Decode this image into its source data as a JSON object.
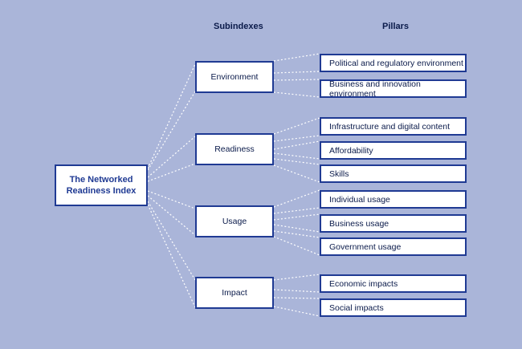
{
  "headers": {
    "subindexes": "Subindexes",
    "pillars": "Pillars"
  },
  "root": {
    "label": "The Networked Readiness Index"
  },
  "subindexes": [
    {
      "label": "Environment",
      "pillars": [
        "Political and regulatory environment",
        "Business and innovation environment"
      ]
    },
    {
      "label": "Readiness",
      "pillars": [
        "Infrastructure and digital content",
        "Affordability",
        "Skills"
      ]
    },
    {
      "label": "Usage",
      "pillars": [
        "Individual usage",
        "Business usage",
        "Government usage"
      ]
    },
    {
      "label": "Impact",
      "pillars": [
        "Economic impacts",
        "Social impacts"
      ]
    }
  ],
  "colors": {
    "background": "#aab5d9",
    "box_border": "#1f3a93",
    "connector": "#ffffff",
    "text": "#0a1a4a"
  }
}
